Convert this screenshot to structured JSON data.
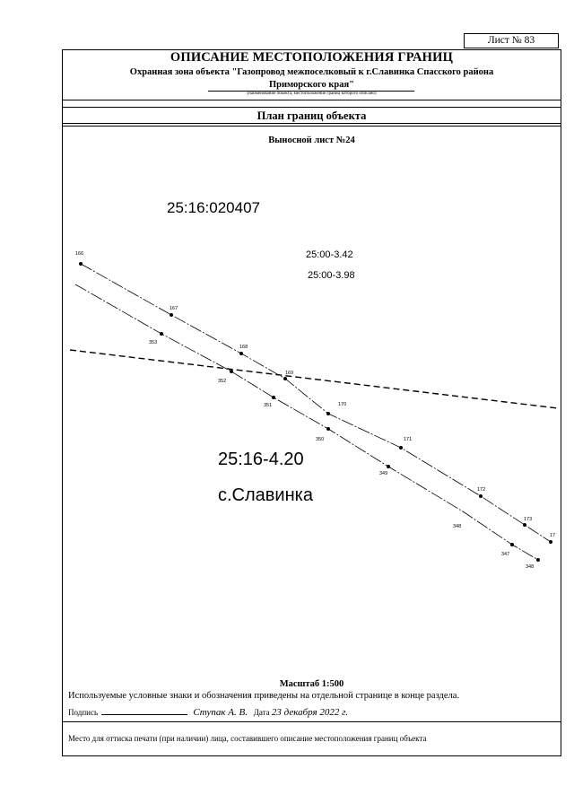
{
  "sheet": {
    "number_label": "Лист № 83"
  },
  "header": {
    "title": "ОПИСАНИЕ МЕСТОПОЛОЖЕНИЯ ГРАНИЦ",
    "subtitle_line1": "Охранная зона объекта \"Газопровод межпоселковый к г.Славинка Спасского района",
    "subtitle_line2": "Приморского края\"",
    "note": "(наименование объекта, местоположение границ которого описано)"
  },
  "plan": {
    "title": "План границ объекта",
    "sheet_title": "Выносной лист №24",
    "labels": {
      "parcel": "25:16:020407",
      "zone1": "25:00-3.42",
      "zone2": "25:00-3.98",
      "zone3": "25:16-4.20",
      "village": "с.Славинка"
    },
    "points": [
      {
        "id": "166",
        "label": "166"
      },
      {
        "id": "167",
        "label": "167"
      },
      {
        "id": "168",
        "label": "168"
      },
      {
        "id": "169",
        "label": "169"
      },
      {
        "id": "170",
        "label": "170"
      },
      {
        "id": "171",
        "label": "171"
      },
      {
        "id": "172",
        "label": "172"
      },
      {
        "id": "173",
        "label": "173"
      },
      {
        "id": "174",
        "label": "17"
      },
      {
        "id": "353",
        "label": "353"
      },
      {
        "id": "352",
        "label": "352"
      },
      {
        "id": "351",
        "label": "351"
      },
      {
        "id": "350",
        "label": "350"
      },
      {
        "id": "349",
        "label": "349"
      },
      {
        "id": "348a",
        "label": "348"
      },
      {
        "id": "347",
        "label": "347"
      },
      {
        "id": "348b",
        "label": "348"
      }
    ]
  },
  "footer": {
    "scale": "Масштаб 1:500",
    "legend": "Используемые условные знаки и обозначения приведены на отдельной странице в конце раздела.",
    "signature_label": "Подпись",
    "signer": "Ступак А. В.",
    "date_label": "Дата",
    "date": "23 декабря 2022 г.",
    "stamp_note": "Место для оттиска печати (при наличии) лица, составившего описание местоположения границ объекта"
  }
}
